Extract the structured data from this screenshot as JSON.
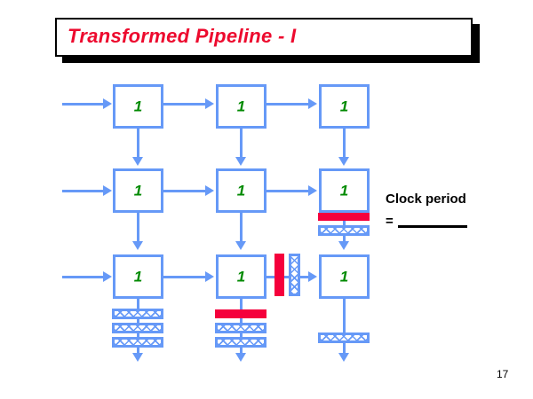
{
  "slide": {
    "title": "Transformed Pipeline - I",
    "page_number": "17",
    "title_color": "#ED0A2E",
    "node_border_color": "#6699F7",
    "node_label_color": "#008A00",
    "delay_color": "#F5003C"
  },
  "annotation": {
    "line1": "Clock period",
    "equals": "=",
    "blank": ""
  },
  "nodes": [
    {
      "id": "n11",
      "label": "1",
      "row": 1,
      "col": 1
    },
    {
      "id": "n12",
      "label": "1",
      "row": 1,
      "col": 2
    },
    {
      "id": "n13",
      "label": "1",
      "row": 1,
      "col": 3
    },
    {
      "id": "n21",
      "label": "1",
      "row": 2,
      "col": 1
    },
    {
      "id": "n22",
      "label": "1",
      "row": 2,
      "col": 2
    },
    {
      "id": "n23",
      "label": "1",
      "row": 2,
      "col": 3
    },
    {
      "id": "n31",
      "label": "1",
      "row": 3,
      "col": 1
    },
    {
      "id": "n32",
      "label": "1",
      "row": 3,
      "col": 2
    },
    {
      "id": "n33",
      "label": "1",
      "row": 3,
      "col": 3
    }
  ],
  "delay_blocks": {
    "row2_col3": {
      "red": 1,
      "hatched": 1
    },
    "row3_col1": {
      "red": 0,
      "hatched": 3
    },
    "row3_col2": {
      "red": 1,
      "hatched": 2
    },
    "row3_col3": {
      "red": 0,
      "hatched": 1
    },
    "between_row3_col2_col3": {
      "red_vertical": 1,
      "hatched_vertical": 1
    }
  }
}
